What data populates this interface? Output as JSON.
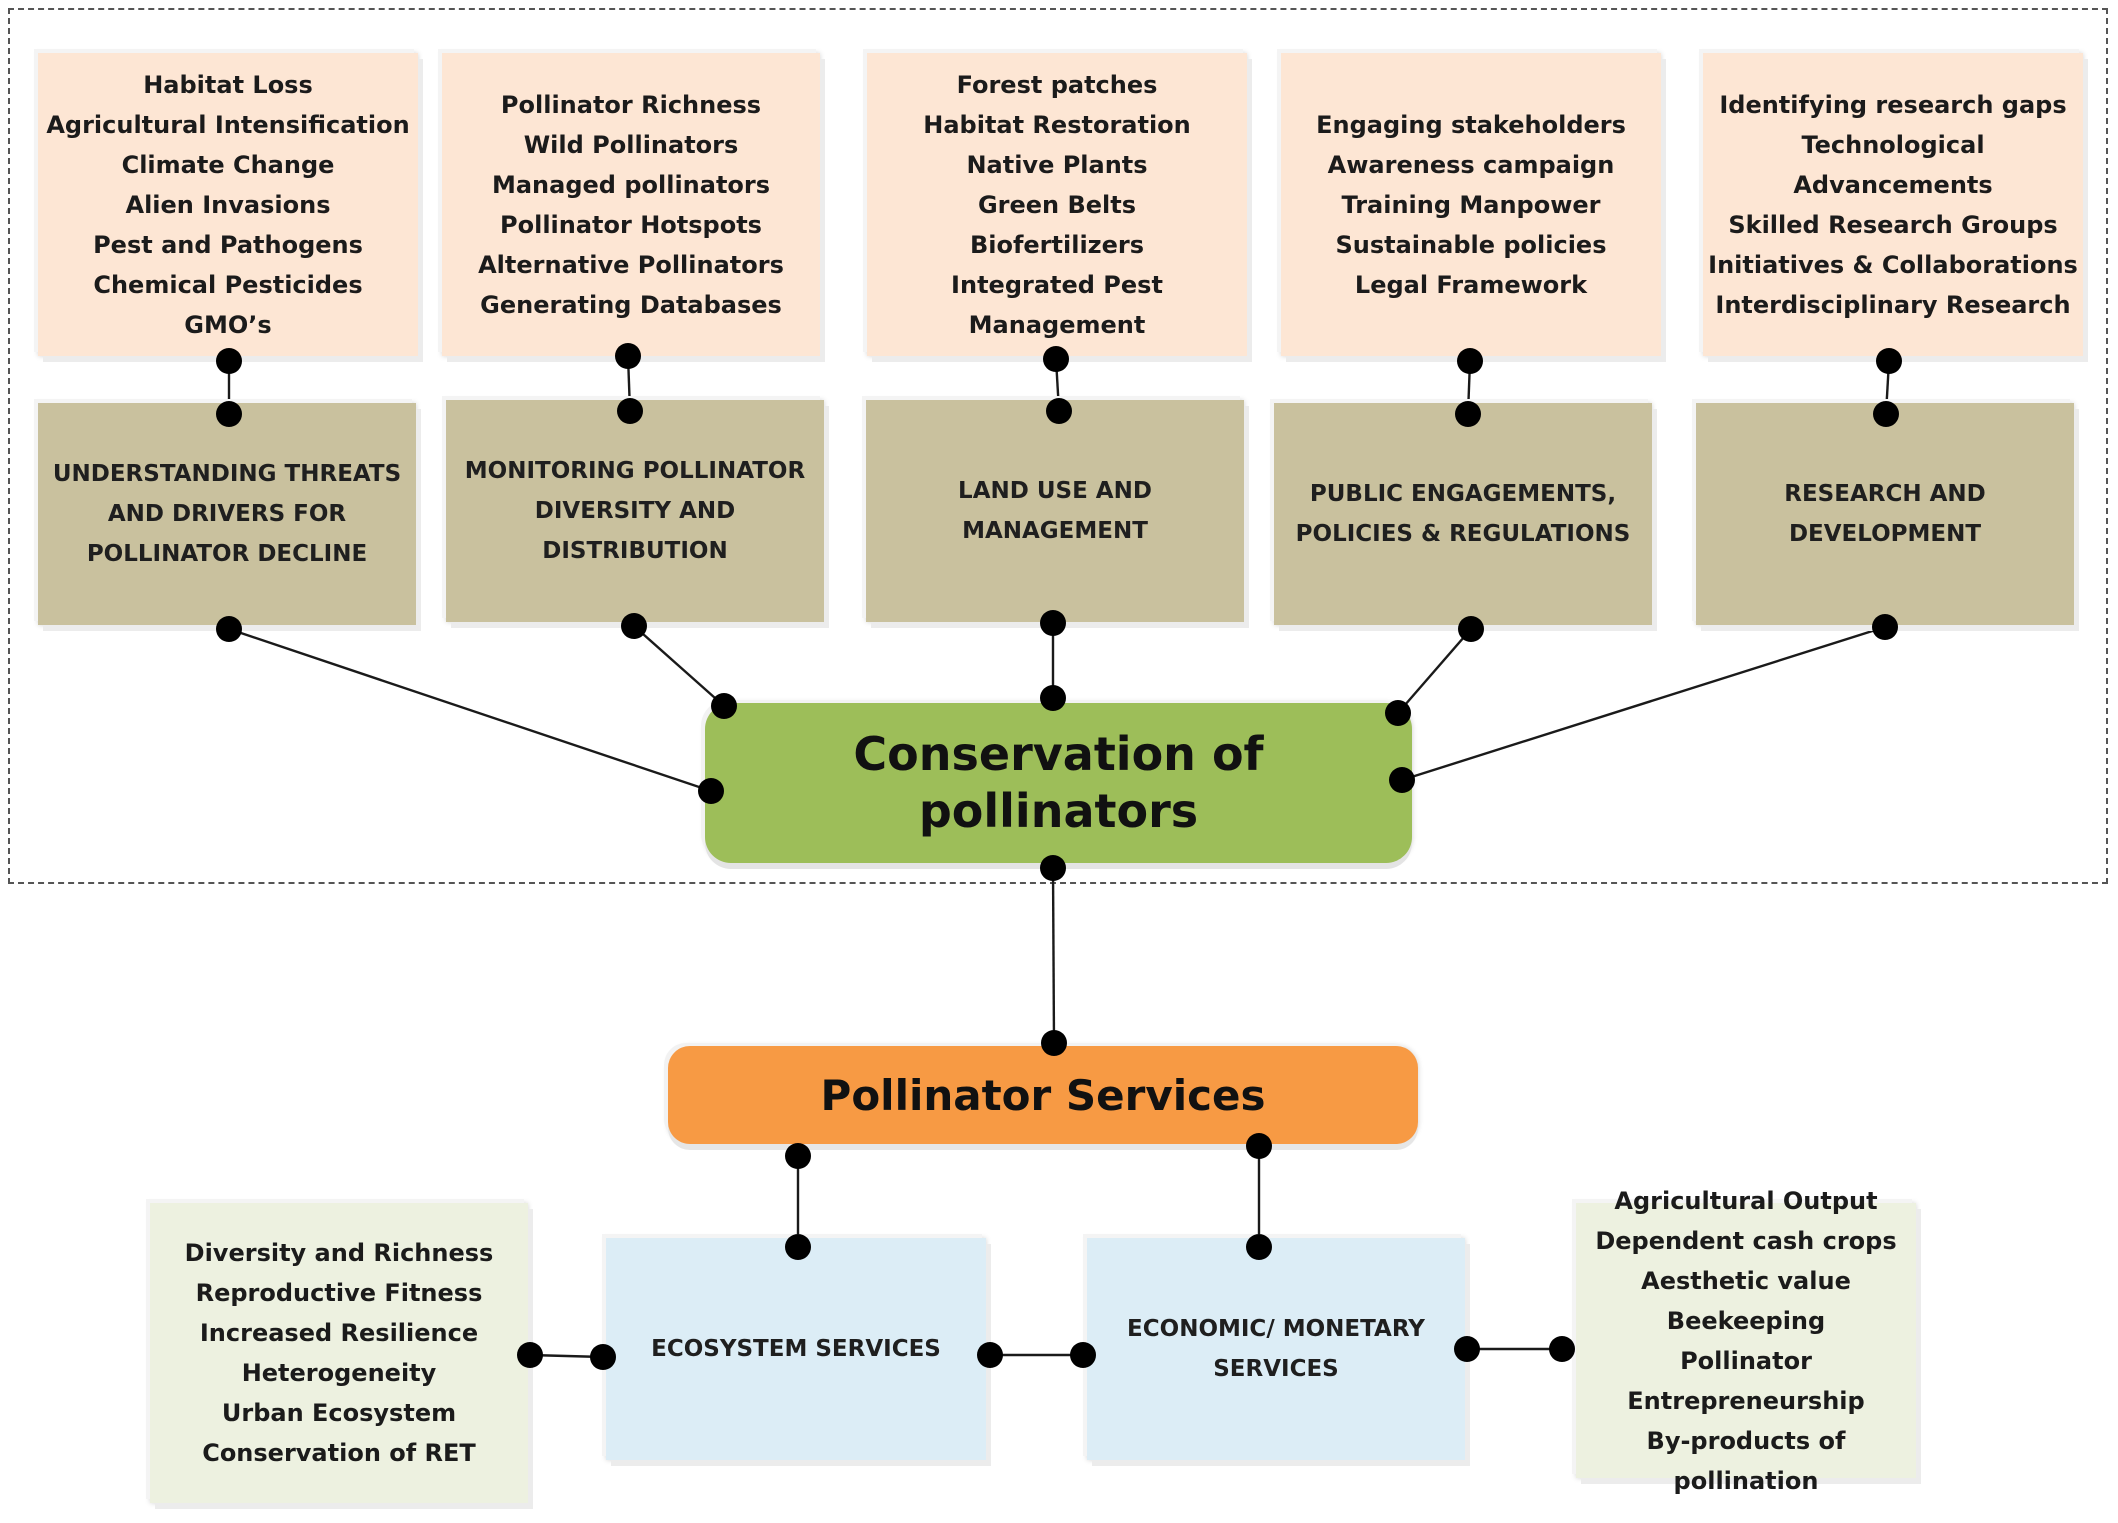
{
  "top_lists": [
    {
      "items": [
        "Habitat Loss",
        "Agricultural Intensification",
        "Climate Change",
        "Alien Invasions",
        "Pest and Pathogens",
        "Chemical Pesticides",
        "GMO’s"
      ]
    },
    {
      "items": [
        "Pollinator Richness",
        "Wild Pollinators",
        "Managed pollinators",
        "Pollinator Hotspots",
        "Alternative Pollinators",
        "Generating Databases"
      ]
    },
    {
      "items": [
        "Forest patches",
        "Habitat Restoration",
        "Native Plants",
        "Green Belts",
        "Biofertilizers",
        "Integrated Pest Management"
      ]
    },
    {
      "items": [
        "Engaging stakeholders",
        "Awareness campaign",
        "Training Manpower",
        "Sustainable policies",
        "Legal Framework"
      ]
    },
    {
      "items": [
        "Identifying research gaps",
        "Technological Advancements",
        "Skilled Research Groups",
        "Initiatives & Collaborations",
        "Interdisciplinary Research"
      ]
    }
  ],
  "categories": [
    {
      "lines": [
        "UNDERSTANDING THREATS",
        "AND DRIVERS  FOR",
        "POLLINATOR DECLINE"
      ]
    },
    {
      "lines": [
        "MONITORING POLLINATOR",
        "DIVERSITY AND",
        "DISTRIBUTION"
      ]
    },
    {
      "lines": [
        "LAND USE AND",
        "MANAGEMENT"
      ]
    },
    {
      "lines": [
        "PUBLIC ENGAGEMENTS,",
        "POLICIES & REGULATIONS"
      ]
    },
    {
      "lines": [
        "RESEARCH  AND",
        "DEVELOPMENT"
      ]
    }
  ],
  "hub": {
    "lines": [
      "Conservation of",
      "pollinators"
    ]
  },
  "services_hub": {
    "label": "Pollinator Services"
  },
  "ecosystem_service": {
    "lines": [
      "ECOSYSTEM SERVICES"
    ]
  },
  "economic_service": {
    "lines": [
      "ECONOMIC/ MONETARY",
      "SERVICES"
    ]
  },
  "ecosystem_list": {
    "items": [
      "Diversity and Richness",
      "Reproductive Fitness",
      "Increased Resilience",
      "Heterogeneity",
      "Urban Ecosystem",
      "Conservation of RET"
    ]
  },
  "economic_list": {
    "items": [
      "Agricultural Output",
      "Dependent cash crops",
      "Aesthetic value",
      "Beekeeping",
      "Pollinator Entrepreneurship",
      "By-products of pollination"
    ]
  },
  "colors": {
    "top_list_fill": "#fde6d4",
    "category_fill": "#c9c19e",
    "hub_fill": "#9dbe59",
    "services_hub_fill": "#f79a44",
    "service_fill": "#dcedf6",
    "side_list_fill": "#edf1e0"
  }
}
